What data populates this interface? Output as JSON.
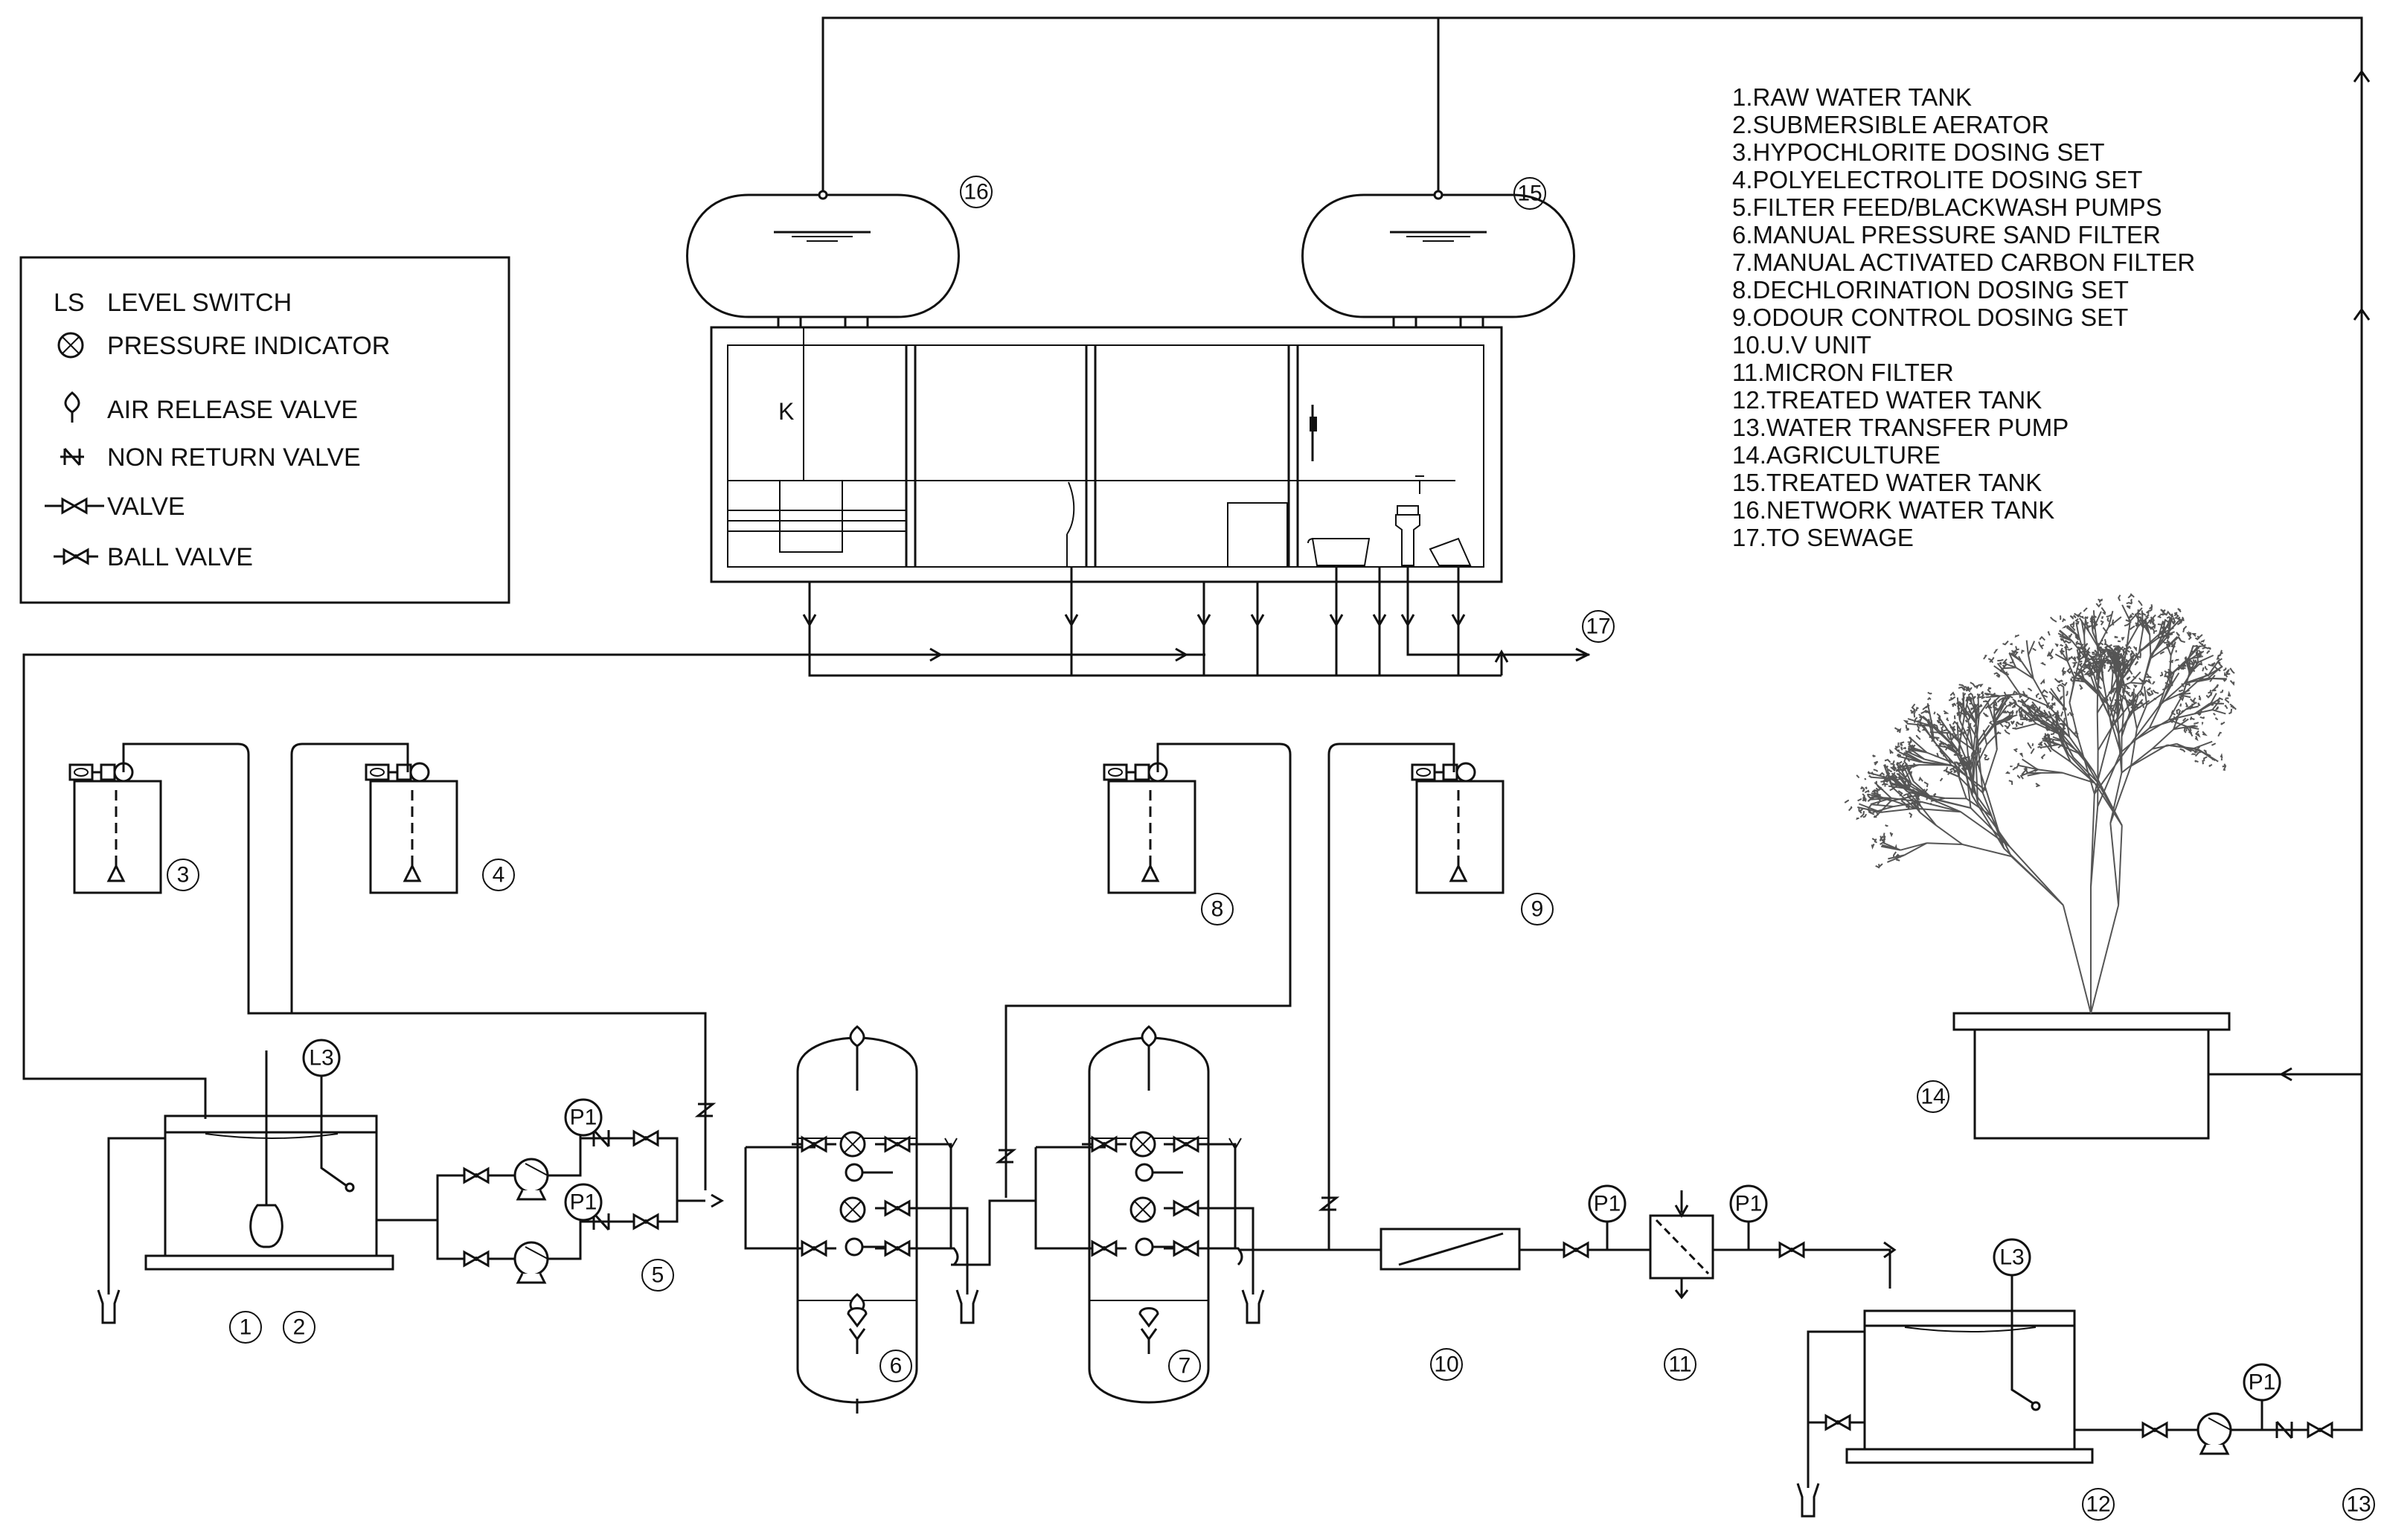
{
  "legend": {
    "items": [
      {
        "symbol": "LS",
        "label": "LEVEL SWITCH"
      },
      {
        "symbol": "pressure-indicator-icon",
        "label": "PRESSURE INDICATOR"
      },
      {
        "symbol": "air-release-valve-icon",
        "label": "AIR RELEASE VALVE"
      },
      {
        "symbol": "non-return-valve-icon",
        "label": "NON RETURN VALVE"
      },
      {
        "symbol": "valve-icon",
        "label": "VALVE"
      },
      {
        "symbol": "ball-valve-icon",
        "label": "BALL VALVE"
      }
    ]
  },
  "equipment_list": [
    "1.RAW WATER TANK",
    "2.SUBMERSIBLE AERATOR",
    "3.HYPOCHLORITE DOSING SET",
    "4.POLYELECTROLITE DOSING SET",
    "5.FILTER FEED/BLACKWASH PUMPS",
    "6.MANUAL PRESSURE SAND FILTER",
    "7.MANUAL ACTIVATED CARBON FILTER",
    "8.DECHLORINATION DOSING SET",
    "9.ODOUR CONTROL DOSING SET",
    "10.U.V UNIT",
    "11.MICRON FILTER",
    "12.TREATED WATER TANK",
    "13.WATER TRANSFER PUMP",
    "14.AGRICULTURE",
    "15.TREATED WATER TANK",
    "16.NETWORK WATER TANK",
    "17.TO SEWAGE"
  ],
  "tags": {
    "t1": "1",
    "t2": "2",
    "t3": "3",
    "t4": "4",
    "t5": "5",
    "t6": "6",
    "t7": "7",
    "t8": "8",
    "t9": "9",
    "t10": "10",
    "t11": "11",
    "t12": "12",
    "t13": "13",
    "t14": "14",
    "t15": "15",
    "t16": "16",
    "t17": "17"
  },
  "instruments": {
    "level_switch": "L3",
    "pressure": "P1",
    "kitchen": "K"
  }
}
